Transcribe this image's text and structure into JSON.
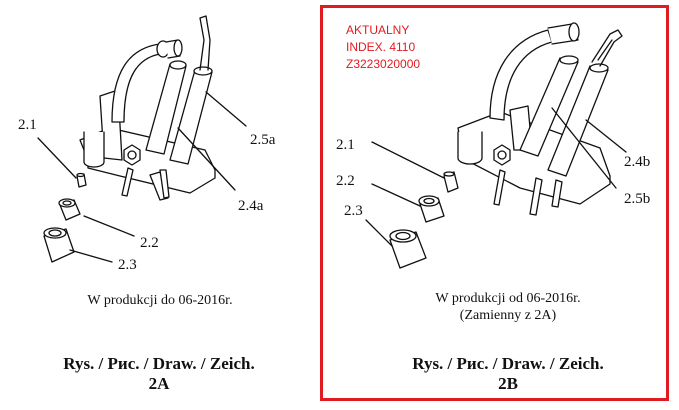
{
  "panel_a": {
    "labels": {
      "l21": "2.1",
      "l22": "2.2",
      "l23": "2.3",
      "l24": "2.4a",
      "l25": "2.5a"
    },
    "caption": "W produkcji do 06-2016r.",
    "title_line1": "Rys. / Рис. / Draw. / Zeich.",
    "title_line2": "2A"
  },
  "panel_b": {
    "notice": [
      "AKTUALNY",
      "INDEX. 4110",
      "Z3223020000"
    ],
    "labels": {
      "l21": "2.1",
      "l22": "2.2",
      "l23": "2.3",
      "l24": "2.4b",
      "l25": "2.5b"
    },
    "caption_line1": "W produkcji od 06-2016r.",
    "caption_line2": "(Zamienny z 2A)",
    "title_line1": "Rys. / Рис. / Draw. / Zeich.",
    "title_line2": "2B"
  },
  "colors": {
    "frame": "#e11b22",
    "notice": "#e11b22",
    "ink": "#111111"
  }
}
